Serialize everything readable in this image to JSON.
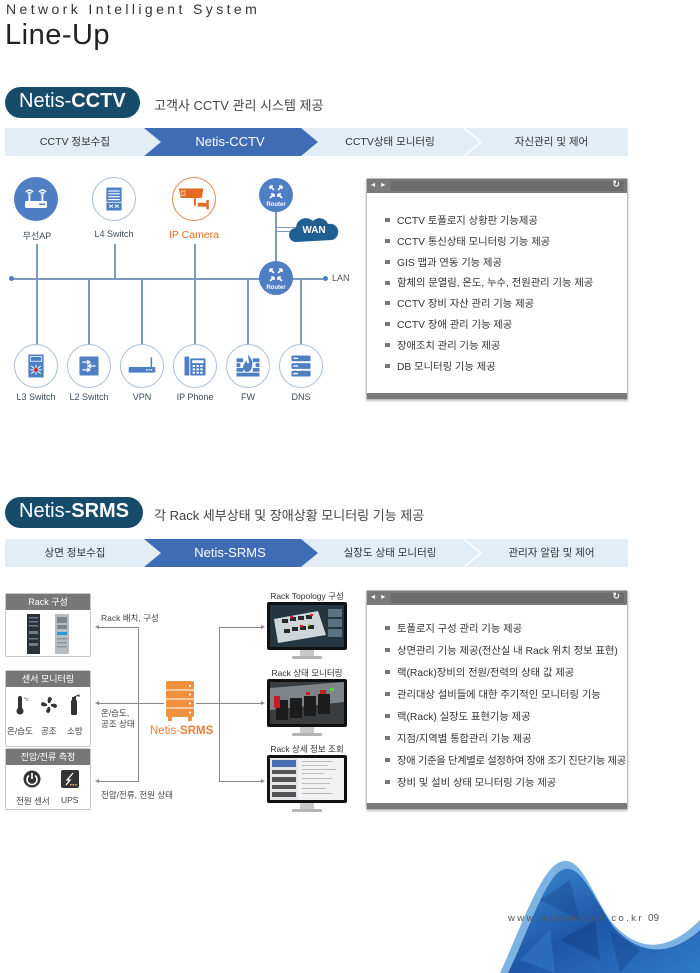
{
  "header": {
    "kicker": "Network Intelligent System",
    "title": "Line-Up"
  },
  "cctv": {
    "pill_prefix": "Netis-",
    "pill_bold": "CCTV",
    "description": "고객사 CCTV 관리 시스템 제공",
    "flow": [
      "CCTV 정보수집",
      "Netis-CCTV",
      "CCTV상태 모니터링",
      "자신관리 및 제어"
    ],
    "flow_active_index": 1,
    "diagram": {
      "top_nodes": [
        {
          "label": "무선AP",
          "icon": "wireless-ap-icon",
          "style": "filled"
        },
        {
          "label": "L4 Switch",
          "icon": "l4-switch-icon",
          "style": "outline"
        },
        {
          "label": "IP Camera",
          "icon": "ip-camera-icon",
          "style": "camera"
        }
      ],
      "bottom_nodes": [
        {
          "label": "L3 Switch",
          "icon": "l3-switch-icon"
        },
        {
          "label": "L2 Switch",
          "icon": "l2-switch-icon"
        },
        {
          "label": "VPN",
          "icon": "vpn-router-icon"
        },
        {
          "label": "IP Phone",
          "icon": "ip-phone-icon"
        },
        {
          "label": "FW",
          "icon": "firewall-icon"
        },
        {
          "label": "DNS",
          "icon": "dns-server-icon"
        }
      ],
      "router_label": "Router",
      "wan_label": "WAN",
      "lan_label": "LAN"
    },
    "features": [
      "CCTV 토폴로지 상황판 기능제공",
      "CCTV 통신상태 모니터링 기능 제공",
      "GIS 맵과 연동 기능 제공",
      "함체의 문열림, 온도, 누수, 전원관리 기능 제공",
      "CCTV 장비 자산 관리 기능 제공",
      "CCTV 장애 관리 기능 제공",
      "장애조치 관리 기능 제공",
      "DB 모니터링 기능 제공"
    ]
  },
  "srms": {
    "pill_prefix": "Netis-",
    "pill_bold": "SRMS",
    "description": "각 Rack 세부상태 및 장애상황 모니터링 기능 제공",
    "flow": [
      "상면 정보수집",
      "Netis-SRMS",
      "실장도 상태 모니터링",
      "관리자 알람 및 제어"
    ],
    "flow_active_index": 1,
    "cards": [
      {
        "title": "Rack 구성",
        "items": []
      },
      {
        "title": "센서 모니터링",
        "items": [
          "온/습도",
          "공조",
          "소방"
        ]
      },
      {
        "title": "전압/전류 측정",
        "items": [
          "전원 센서",
          "UPS"
        ]
      }
    ],
    "link_labels": [
      "Rack 배치, 구성",
      "온/습도,\n공조 상태",
      "전압/전류, 전원 상태"
    ],
    "link_label_2_line1": "온/습도,",
    "link_label_2_line2": "공조 상태",
    "center_prefix": "Netis-",
    "center_bold": "SRMS",
    "monitors": [
      "Rack Topology 구성",
      "Rack 상태 모니터링",
      "Rack 상세 정보 조회"
    ],
    "features": [
      "토폴로지 구성 관리 기능 제공",
      "상면관리 기능 제공(전산실 내 Rack 위치 정보 표현)",
      "랙(Rack)장비의 전원/전력의 상태 값 제공",
      "관리대상 설비들에 대한 주기적인 모니터링 기능",
      "랙(Rack) 실장도 표현기능 제공",
      "지점/지역별 통합관리 기능 제공",
      "장애 기준을 단계별로 설정하여 장애 조기 진단기능 제공",
      "장비 및 설비 상태 모니터링 기능 제공"
    ]
  },
  "browser": {
    "nav_glyphs": "◂ ▸",
    "reload_glyph": "↻"
  },
  "footer": {
    "url": "www.hamonsoft.co.kr",
    "page": "09"
  },
  "colors": {
    "navy": "#174b6a",
    "accent_blue": "#3f6db5",
    "node_blue": "#4e7fc5",
    "orange": "#e46b25",
    "flow_bg": "#e2edf6"
  }
}
